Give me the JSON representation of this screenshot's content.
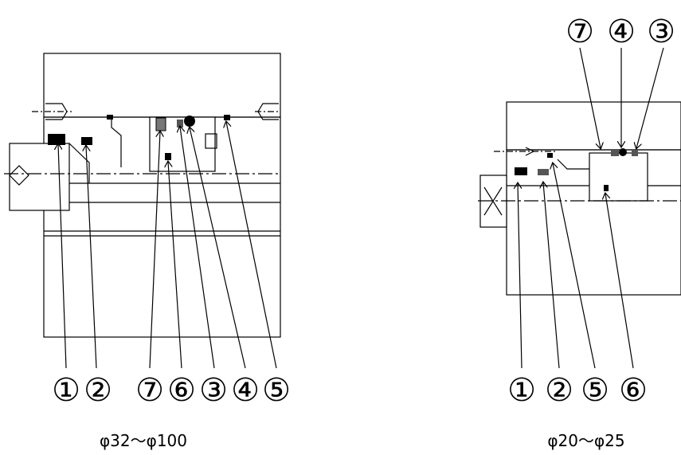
{
  "left_diagram": {
    "part_labels": [
      "①",
      "②",
      "⑦",
      "⑥",
      "③",
      "④",
      "⑤"
    ],
    "caption": "φ32～φ100"
  },
  "right_diagram": {
    "top_labels": [
      "⑦",
      "④",
      "③"
    ],
    "bottom_labels": [
      "①",
      "②",
      "⑤",
      "⑥"
    ],
    "caption": "φ20～φ25"
  }
}
